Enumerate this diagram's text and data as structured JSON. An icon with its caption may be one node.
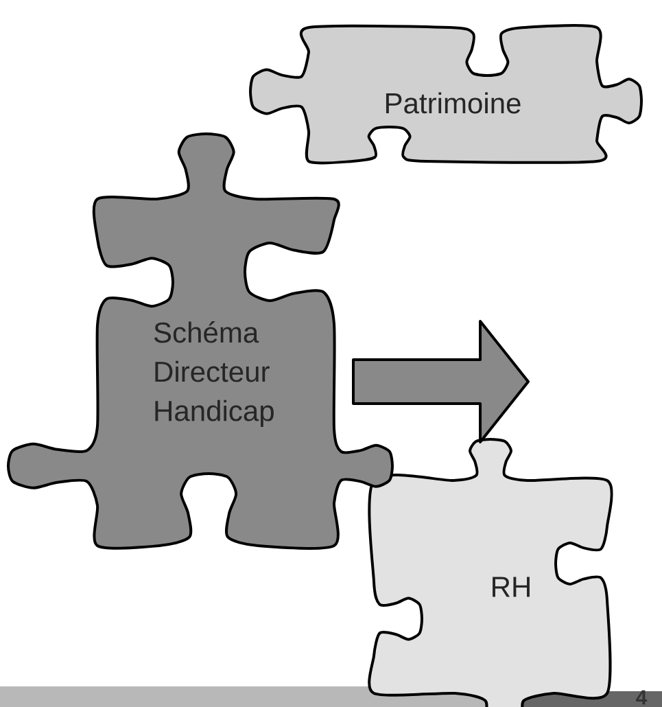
{
  "diagram": {
    "nodes": [
      {
        "text": [
          "Patrimoine"
        ]
      },
      {
        "text": [
          "Schéma Directeur Handicap"
        ]
      },
      {
        "text": [
          "RH"
        ]
      }
    ],
    "edges": [
      {
        "from": 1,
        "to": 2,
        "arrow": "to"
      }
    ],
    "labels": [
      "4"
    ]
  }
}
